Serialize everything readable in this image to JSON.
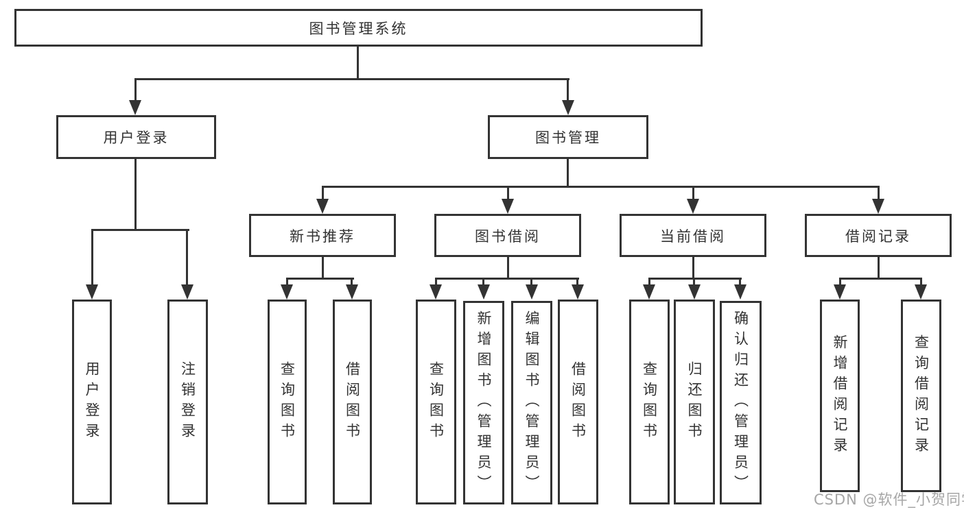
{
  "title_node": "图书管理系统",
  "branch_nodes": [
    {
      "label": "用户登录"
    },
    {
      "label": "图书管理"
    },
    {
      "label": "新书推荐"
    },
    {
      "label": "图书借阅"
    },
    {
      "label": "当前借阅"
    },
    {
      "label": "借阅记录"
    }
  ],
  "leaf_nodes": [
    {
      "label": "用户登录"
    },
    {
      "label": "注销登录"
    },
    {
      "label": "查询图书"
    },
    {
      "label": "借阅图书"
    },
    {
      "label": "查询图书"
    },
    {
      "label": "新增图书（管理员）"
    },
    {
      "label": "编辑图书（管理员）"
    },
    {
      "label": "借阅图书"
    },
    {
      "label": "查询图书"
    },
    {
      "label": "归还图书"
    },
    {
      "label": "确认归还（管理员）"
    },
    {
      "label": "新增借阅记录"
    },
    {
      "label": "查询借阅记录"
    }
  ],
  "hierarchy": {
    "图书管理系统": [
      "用户登录",
      "图书管理"
    ],
    "用户登录": [
      "用户登录",
      "注销登录"
    ],
    "图书管理": [
      "新书推荐",
      "图书借阅",
      "当前借阅",
      "借阅记录"
    ],
    "新书推荐": [
      "查询图书",
      "借阅图书"
    ],
    "图书借阅": [
      "查询图书",
      "新增图书（管理员）",
      "编辑图书（管理员）",
      "借阅图书"
    ],
    "当前借阅": [
      "查询图书",
      "归还图书",
      "确认归还（管理员）"
    ],
    "借阅记录": [
      "新增借阅记录",
      "查询借阅记录"
    ]
  },
  "watermark": "CSDN @软件_小贺同学",
  "colors": {
    "line": "#333333",
    "text": "#333333",
    "watermark": "#a6a6a6",
    "background": "#ffffff"
  }
}
